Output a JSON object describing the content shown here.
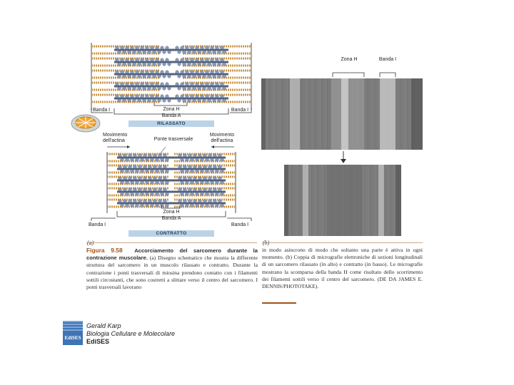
{
  "figure_a": {
    "panel_label": "(a)",
    "zona_h_top": "Zona H",
    "banda_a_top": "Banda A",
    "banda_i_left_top": "Banda I",
    "banda_i_right_top": "Banda I",
    "relaxed_label": "RILASSATO",
    "movement_left": "Movimento dell'actina",
    "movement_right": "Movimento dell'actina",
    "cross_bridge": "Ponte trasversale",
    "zona_h_bottom": "Zona H",
    "banda_a_bottom": "Banda A",
    "banda_i_left_bottom": "Banda I",
    "banda_i_right_bottom": "Banda I",
    "contracted_label": "CONTRATTO"
  },
  "figure_b": {
    "panel_label": "(b)",
    "zona_h": "Zona H",
    "banda_i": "Banda I"
  },
  "caption": {
    "figure_number": "Figura 9.58",
    "title": "Accorciamento del sarcomero durante la contrazione muscolare.",
    "left_text": "(a) Disegno schematico che mostra la differente struttura del sarcomero in un muscolo rilassato e contratto. Durante la contrazione i ponti trasversali di miosina prendono contatto con i filamenti sottili circostanti, che sono costretti a slittare verso il centro del sarcomero. I ponti trasversali lavorano",
    "right_text": "in modo asincrono di modo che soltanto una parte è attiva in ogni momento. (b) Coppia di micrografie elettroniche di sezioni longitudinali di un sarcomero rilassato (in alto) e contratto (in basso). Le micrografie mostrano la scomparsa della banda H come risultato dello scorrimento dei filamenti sottili verso il centro del sarcomero. (DE DA JAMES E. DENNIS/PHOTOTAKE)."
  },
  "book": {
    "author": "Gerald Karp",
    "title": "Biologia Cellulare e Molecolare",
    "publisher": "EdiSES",
    "logo_text": "EdiSES"
  }
}
